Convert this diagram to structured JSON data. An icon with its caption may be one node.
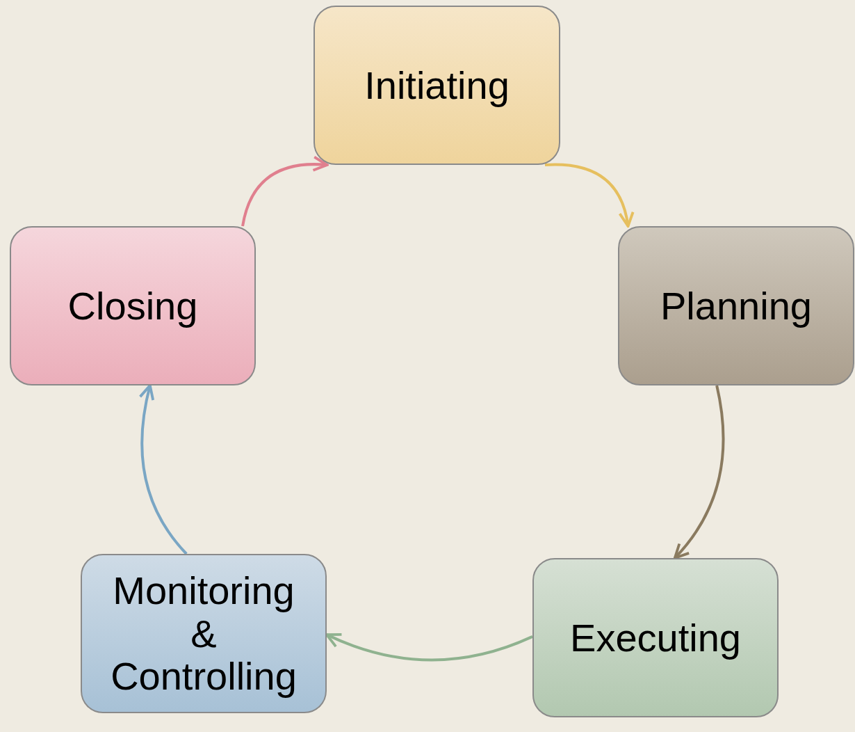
{
  "diagram": {
    "nodes": [
      {
        "text": [
          "Initiating"
        ]
      },
      {
        "text": [
          "Planning"
        ]
      },
      {
        "text": [
          "Executing"
        ]
      },
      {
        "text": [
          "Monitoring & Controlling"
        ]
      },
      {
        "text": [
          "Closing"
        ]
      }
    ],
    "edges": [
      {
        "from": 0,
        "to": 1,
        "arrow": "to",
        "color": "#e6bf5e"
      },
      {
        "from": 1,
        "to": 2,
        "arrow": "to",
        "color": "#8a7a5f"
      },
      {
        "from": 2,
        "to": 3,
        "arrow": "to",
        "color": "#8fb28f"
      },
      {
        "from": 3,
        "to": 4,
        "arrow": "to",
        "color": "#7aa6c4"
      },
      {
        "from": 4,
        "to": 0,
        "arrow": "to",
        "color": "#e07f8e"
      }
    ]
  }
}
